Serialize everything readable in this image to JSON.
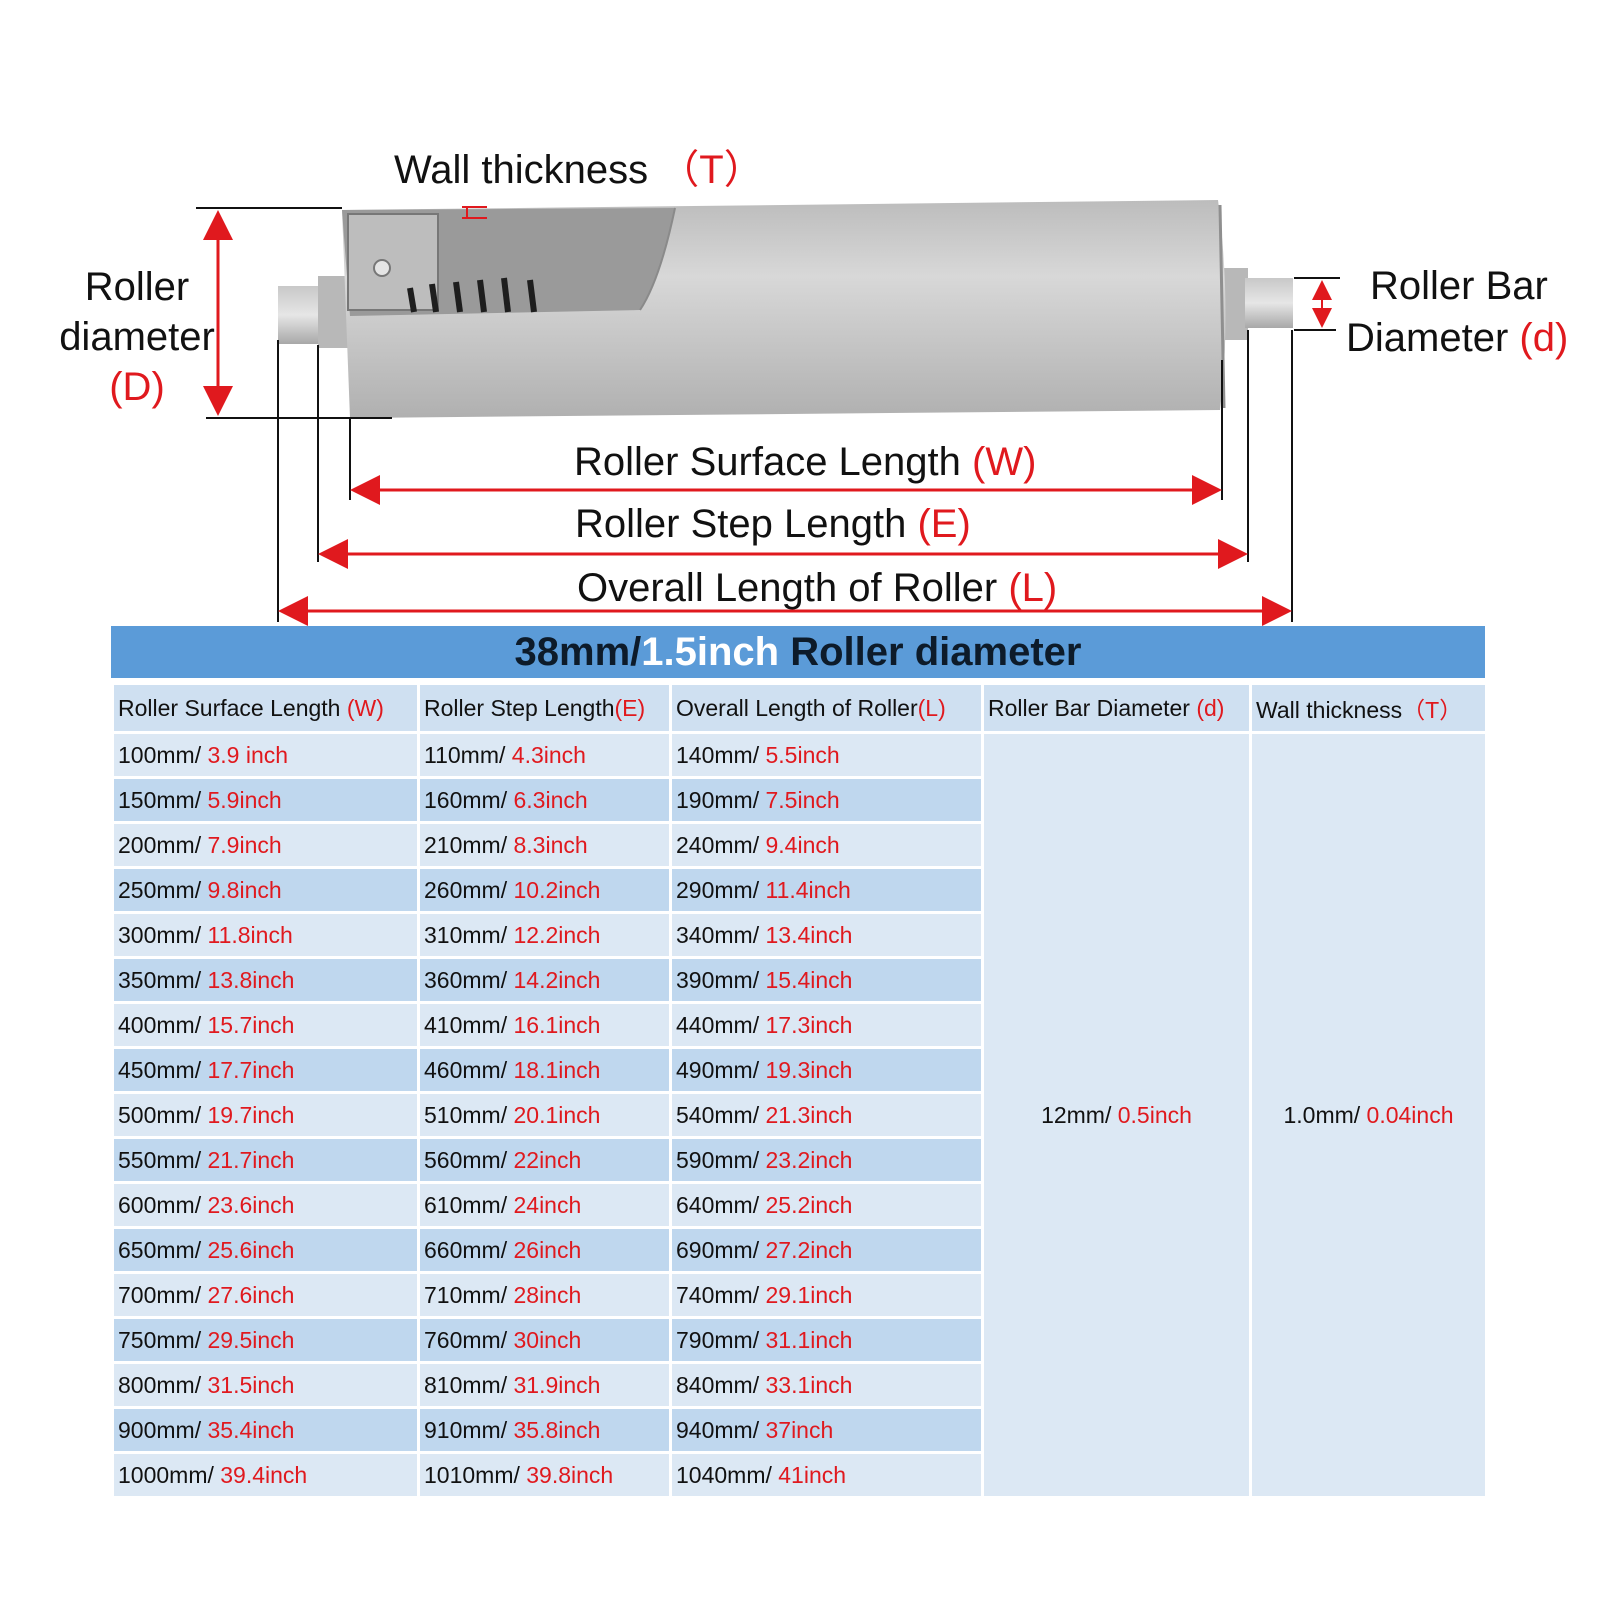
{
  "diagram": {
    "wall_thickness": "Wall thickness",
    "wall_thickness_symbol": "（T）",
    "roller_diameter_line1": "Roller",
    "roller_diameter_line2": "diameter",
    "roller_diameter_symbol": "(D)",
    "bar_diameter_line1": "Roller Bar",
    "bar_diameter_line2": "Diameter",
    "bar_diameter_symbol": "(d)",
    "surface_length": "Roller Surface Length",
    "surface_length_symbol": "(W)",
    "step_length": "Roller Step Length",
    "step_length_symbol": "(E)",
    "overall_length": "Overall Length of Roller",
    "overall_length_symbol": "(L)"
  },
  "table": {
    "title_mm": "38mm/",
    "title_inch": "1.5inch",
    "title_rest": " Roller diameter",
    "headers": [
      {
        "text": "Roller Surface Length ",
        "symbol": "(W)"
      },
      {
        "text": "Roller Step Length",
        "symbol": "(E)"
      },
      {
        "text": "Overall Length of Roller",
        "symbol": "(L)"
      },
      {
        "text": "Roller Bar Diameter ",
        "symbol": "(d)"
      },
      {
        "text": "Wall thickness",
        "symbol": "（T）"
      }
    ],
    "rows": [
      {
        "w_mm": "100mm/ ",
        "w_in": "3.9 inch",
        "e_mm": "110mm/ ",
        "e_in": "4.3inch",
        "l_mm": "140mm/ ",
        "l_in": "5.5inch"
      },
      {
        "w_mm": "150mm/ ",
        "w_in": "5.9inch",
        "e_mm": "160mm/ ",
        "e_in": "6.3inch",
        "l_mm": "190mm/ ",
        "l_in": "7.5inch"
      },
      {
        "w_mm": "200mm/ ",
        "w_in": "7.9inch",
        "e_mm": "210mm/ ",
        "e_in": "8.3inch",
        "l_mm": "240mm/ ",
        "l_in": "9.4inch"
      },
      {
        "w_mm": "250mm/ ",
        "w_in": "9.8inch",
        "e_mm": "260mm/ ",
        "e_in": "10.2inch",
        "l_mm": "290mm/ ",
        "l_in": "11.4inch"
      },
      {
        "w_mm": "300mm/ ",
        "w_in": "11.8inch",
        "e_mm": "310mm/ ",
        "e_in": "12.2inch",
        "l_mm": "340mm/ ",
        "l_in": "13.4inch"
      },
      {
        "w_mm": "350mm/ ",
        "w_in": "13.8inch",
        "e_mm": "360mm/ ",
        "e_in": "14.2inch",
        "l_mm": "390mm/ ",
        "l_in": "15.4inch"
      },
      {
        "w_mm": "400mm/ ",
        "w_in": "15.7inch",
        "e_mm": "410mm/ ",
        "e_in": "16.1inch",
        "l_mm": "440mm/ ",
        "l_in": "17.3inch"
      },
      {
        "w_mm": "450mm/ ",
        "w_in": "17.7inch",
        "e_mm": "460mm/ ",
        "e_in": "18.1inch",
        "l_mm": "490mm/ ",
        "l_in": "19.3inch"
      },
      {
        "w_mm": "500mm/ ",
        "w_in": "19.7inch",
        "e_mm": "510mm/ ",
        "e_in": "20.1inch",
        "l_mm": "540mm/ ",
        "l_in": "21.3inch"
      },
      {
        "w_mm": "550mm/ ",
        "w_in": "21.7inch",
        "e_mm": "560mm/ ",
        "e_in": "22inch",
        "l_mm": "590mm/ ",
        "l_in": "23.2inch"
      },
      {
        "w_mm": "600mm/ ",
        "w_in": "23.6inch",
        "e_mm": "610mm/ ",
        "e_in": "24inch",
        "l_mm": "640mm/ ",
        "l_in": "25.2inch"
      },
      {
        "w_mm": "650mm/ ",
        "w_in": "25.6inch",
        "e_mm": "660mm/ ",
        "e_in": "26inch",
        "l_mm": "690mm/ ",
        "l_in": "27.2inch"
      },
      {
        "w_mm": "700mm/ ",
        "w_in": "27.6inch",
        "e_mm": "710mm/ ",
        "e_in": "28inch",
        "l_mm": "740mm/ ",
        "l_in": "29.1inch"
      },
      {
        "w_mm": "750mm/ ",
        "w_in": "29.5inch",
        "e_mm": "760mm/ ",
        "e_in": "30inch",
        "l_mm": "790mm/ ",
        "l_in": "31.1inch"
      },
      {
        "w_mm": "800mm/ ",
        "w_in": "31.5inch",
        "e_mm": "810mm/ ",
        "e_in": "31.9inch",
        "l_mm": "840mm/ ",
        "l_in": "33.1inch"
      },
      {
        "w_mm": "900mm/ ",
        "w_in": "35.4inch",
        "e_mm": "910mm/ ",
        "e_in": "35.8inch",
        "l_mm": "940mm/ ",
        "l_in": "37inch"
      },
      {
        "w_mm": "1000mm/ ",
        "w_in": "39.4inch",
        "e_mm": "1010mm/ ",
        "e_in": "39.8inch",
        "l_mm": "1040mm/ ",
        "l_in": "41inch"
      }
    ],
    "bar_diameter_mm": "12mm/ ",
    "bar_diameter_in": "0.5inch",
    "wall_thickness_mm": "1.0mm/ ",
    "wall_thickness_in": "0.04inch"
  },
  "colors": {
    "accent_red": "#e0191e",
    "title_bar_blue": "#5b9bd8",
    "row_light": "#dce8f4",
    "row_dark": "#bfd7ee",
    "roller_gray": "#c4c4c4"
  }
}
